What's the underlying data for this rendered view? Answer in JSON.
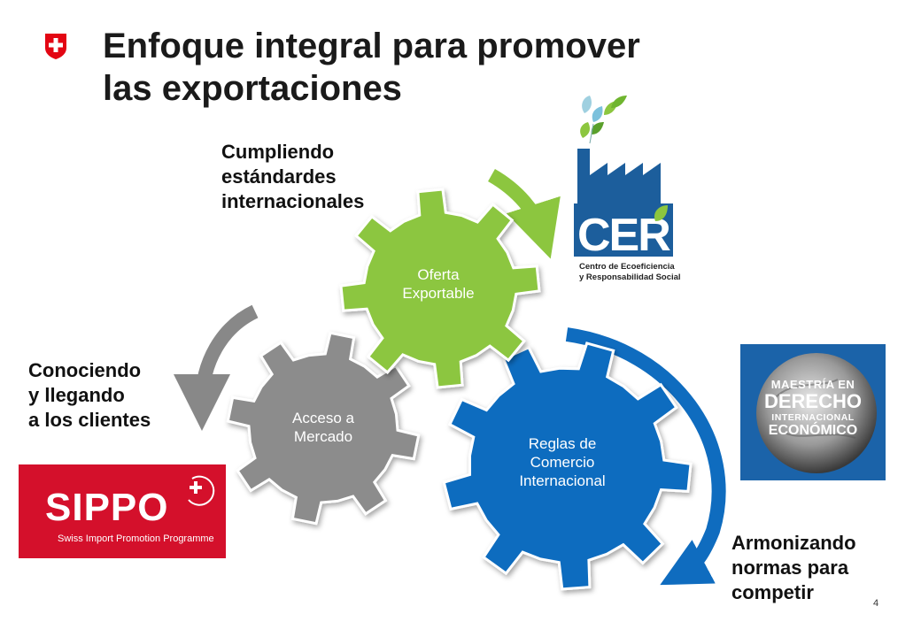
{
  "title": "Enfoque integral para promover\nlas exportaciones",
  "notes": {
    "top": "Cumpliendo\nestándardes\ninternacionales",
    "left": "Conociendo\ny llegando\na los clientes",
    "right": "Armonizando\nnormas para\ncompetir"
  },
  "gears": {
    "green": {
      "label": "Oferta\nExportable",
      "color": "#8cc63f"
    },
    "gray": {
      "label": "Acceso a\nMercado",
      "color": "#8c8c8c"
    },
    "blue": {
      "label": "Reglas de\nComercio\nInternacional",
      "color": "#0f6cbf"
    }
  },
  "logos": {
    "sippo": {
      "name": "SIPPO",
      "subtitle": "Swiss Import Promotion Programme",
      "color": "#d4102b"
    },
    "cer": {
      "name": "CER",
      "subtitle": "Centro de Ecoeficiencia\ny Responsabilidad Social"
    },
    "maestria": {
      "line1": "MAESTRÍA EN",
      "line2": "DERECHO",
      "line3a": "INTERNACIONAL",
      "line3b": "ECONÓMICO"
    }
  },
  "page_number": "4"
}
